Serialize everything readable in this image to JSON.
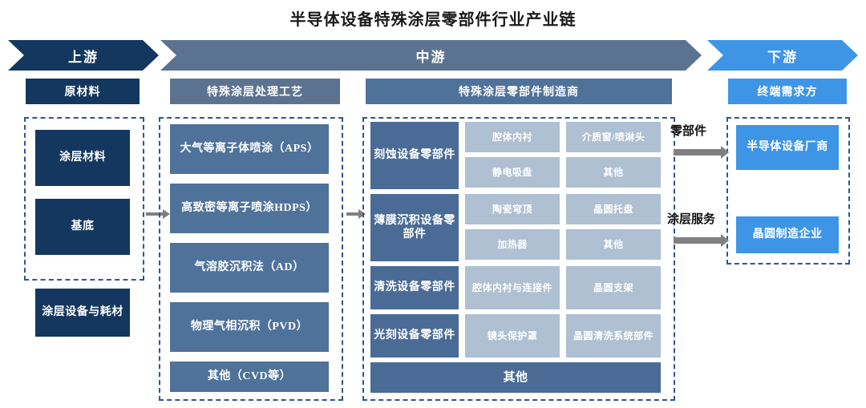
{
  "title": "半导体设备特殊涂层零部件行业产业链",
  "banners": [
    {
      "key": "upstream",
      "label": "上游",
      "color": "#14375f"
    },
    {
      "key": "midstream",
      "label": "中游",
      "color": "#5b7391"
    },
    {
      "key": "downstream",
      "label": "下游",
      "color": "#3e95e5"
    }
  ],
  "headers": [
    {
      "key": "raw-materials",
      "label": "原材料",
      "color": "#14375f"
    },
    {
      "key": "coating-process",
      "label": "特殊涂层处理工艺",
      "color": "#5b7391"
    },
    {
      "key": "parts-manufacturer",
      "label": "特殊涂层零部件制造商",
      "color": "#4f729b"
    },
    {
      "key": "end-demand",
      "label": "终端需求方",
      "color": "#3e95e5"
    }
  ],
  "upstream": {
    "grouped": [
      "涂层材料",
      "基底"
    ],
    "standalone": [
      "涂层设备与耗材"
    ]
  },
  "process": {
    "items": [
      "大气等离子体喷涂（APS）",
      "高致密等离子喷涂HDPS）",
      "气溶胶沉积法（AD）",
      "物理气相沉积（PVD）",
      "其他（CVD等）"
    ]
  },
  "manufacturers": {
    "groups": [
      {
        "name": "刻蚀设备零部件",
        "parts": [
          "腔体内衬",
          "介质窗/喷淋头",
          "静电吸盘",
          "其他"
        ]
      },
      {
        "name": "薄膜沉积设备零部件",
        "parts": [
          "陶瓷穹顶",
          "晶圆托盘",
          "加热器",
          "其他"
        ]
      },
      {
        "name": "清洗设备零部件",
        "parts": [
          "腔体内衬与连接件",
          "晶圆支架"
        ]
      },
      {
        "name": "光刻设备零部件",
        "parts": [
          "镜头保护罩",
          "晶圆清洗系统部件"
        ]
      }
    ],
    "footer": "其他"
  },
  "downstream": {
    "flows": [
      {
        "label": "零部件",
        "target": "半导体设备厂商"
      },
      {
        "label": "涂层服务",
        "target": "晶圆制造企业"
      }
    ]
  },
  "colors": {
    "navy": "#14375f",
    "slate": "#5b7391",
    "slate_mid": "#4f729b",
    "pale": "#aec0d2",
    "bright_blue": "#3e95e5",
    "dashed_border": "#2f5597",
    "arrow_gray": "#808080"
  }
}
